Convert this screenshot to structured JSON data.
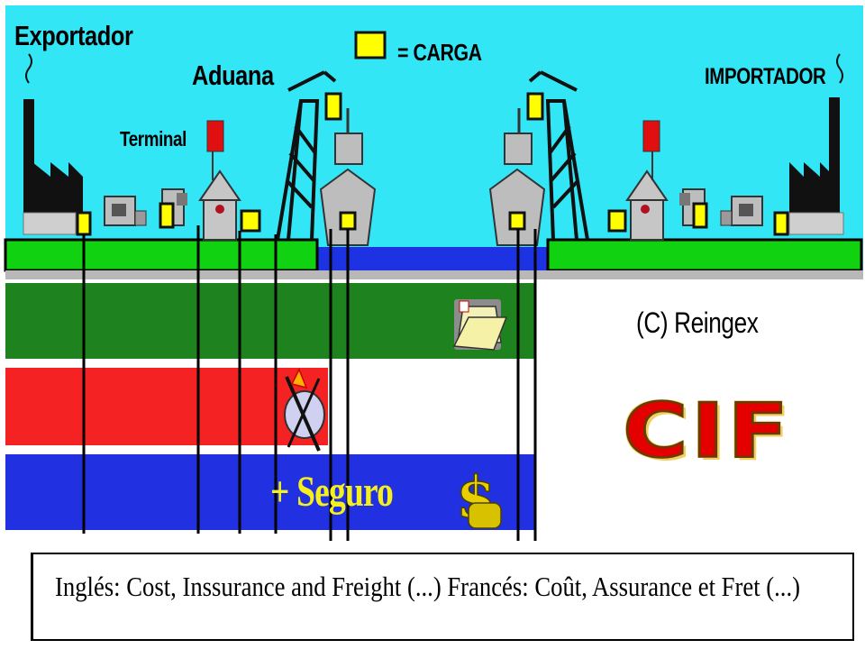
{
  "labels": {
    "exportador": "Exportador",
    "aduana": "Aduana",
    "terminal": "Terminal",
    "carga": "= CARGA",
    "importador": "IMPORTADOR",
    "copyright": "(C) Reingex",
    "seguro": "+ Seguro",
    "term": "CIF",
    "footer": "Inglés: Cost, Inssurance and Freight (...)  Francés: Coût, Assurance et Fret (...)"
  },
  "colors": {
    "sky": "#33e6f6",
    "land": "#11d211",
    "water": "#1d33e3",
    "band_green": "#1e821e",
    "band_red": "#f42222",
    "band_blue": "#2130e0",
    "cargo": "#ffff00",
    "seguro_text": "#f5ef1e",
    "cif_text": "#e40000"
  },
  "icons": [
    "folder-icon",
    "alarm-clock-icon",
    "dollar-bag-icon",
    "factory-icon",
    "truck-icon",
    "customs-house-icon",
    "crane-icon",
    "ship-icon",
    "flag-icon"
  ]
}
